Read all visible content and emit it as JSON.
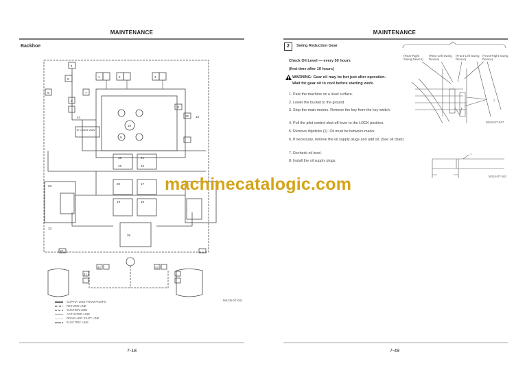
{
  "left_page": {
    "header": "MAINTENANCE",
    "section_title": "Backhoe",
    "diagram": {
      "labels": [
        "4",
        "5",
        "6",
        "7",
        "8",
        "1",
        "2",
        "3",
        "9",
        "10",
        "11",
        "12",
        "13",
        "44",
        "15",
        "16",
        "17",
        "18",
        "19",
        "20",
        "21",
        "22",
        "23",
        "33",
        "34",
        "35",
        "41",
        "42",
        "43"
      ],
      "to_control_valve": "To Control Valve",
      "figure_code": "MKCB-07-001"
    },
    "legend": [
      "SUPPLY LINE FROM PUMPS",
      "RETURN LINE",
      "SUCTION LINE",
      "ACTUATOR LINE",
      "DRAIN AND PILOT LINE",
      "ELECTRIC LINE"
    ],
    "page_number": "7-18"
  },
  "right_page": {
    "header": "MAINTENANCE",
    "section_number": "2",
    "section_title": "Swing Reduction Gear",
    "check_line": "Check Oil Level — every 50 hours",
    "first_time": "(first time after 10 hours)",
    "warning_1": "WARNING:   Gear oil may be hot just after operation.",
    "warning_2": "Wait for gear oil to cool before starting work.",
    "steps": [
      "1.  Park the machine on a level surface.",
      "2.  Lower the bucket to the ground.",
      "3.  Stop the main motors. Remove the key from the key switch.",
      "4.  Pull the pilot control shut-off lever to the LOCK position.",
      "5.  Remove dipsticks (1). Oil must be between marks.",
      "6.  If necessary, remove the oil supply plugs and add oil. (See oil chart)",
      "7.  Recheck oil level.",
      "8.  Install the oil supply plugs."
    ],
    "figure1": {
      "callout_1": "1",
      "callout_2": "2",
      "labels": [
        "(Rear-Right Swing Device)",
        "(Rear-Left Swing Device)",
        "(Front-Left Swing Device)",
        "(Front-Right Swing Device)"
      ],
      "code": "M118-07-017"
    },
    "figure2": {
      "callout_1": "1",
      "code": "M114-07-161"
    },
    "page_number": "7-49"
  },
  "watermark": "machinecatalogic.com",
  "colors": {
    "watermark": "#d4a419",
    "rule": "#777777"
  }
}
